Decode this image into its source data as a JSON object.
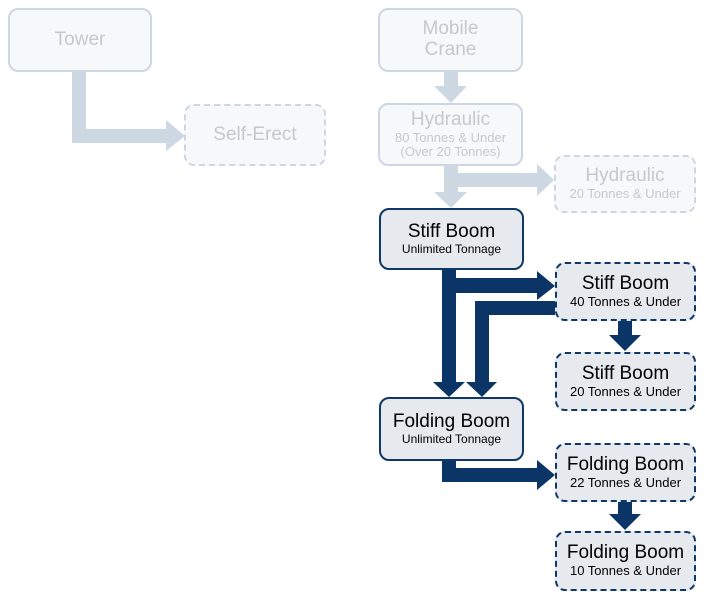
{
  "colors": {
    "active_arrow": "#0b3467",
    "faded_arrow": "#cdd8e3",
    "active_border": "#103866",
    "faded_border": "#ccd7e3"
  },
  "nodes": {
    "tower": {
      "title": "Tower"
    },
    "self_erect": {
      "title": "Self-Erect"
    },
    "mobile_crane": {
      "title": "Mobile",
      "title2": "Crane"
    },
    "hydraulic_80": {
      "title": "Hydraulic",
      "sub": "80 Tonnes & Under",
      "sub2": "(Over 20 Tonnes)"
    },
    "hydraulic_20": {
      "title": "Hydraulic",
      "sub": "20 Tonnes & Under"
    },
    "stiff_unlimited": {
      "title": "Stiff Boom",
      "sub": "Unlimited Tonnage"
    },
    "stiff_40": {
      "title": "Stiff Boom",
      "sub": "40 Tonnes & Under"
    },
    "stiff_20": {
      "title": "Stiff Boom",
      "sub": "20 Tonnes & Under"
    },
    "folding_unlimited": {
      "title": "Folding Boom",
      "sub": "Unlimited Tonnage"
    },
    "folding_22": {
      "title": "Folding Boom",
      "sub": "22 Tonnes & Under"
    },
    "folding_10": {
      "title": "Folding Boom",
      "sub": "10 Tonnes & Under"
    }
  },
  "edges": [
    {
      "from": "tower",
      "to": "self_erect",
      "state": "faded"
    },
    {
      "from": "mobile_crane",
      "to": "hydraulic_80",
      "state": "faded"
    },
    {
      "from": "hydraulic_80",
      "to": "hydraulic_20",
      "state": "faded"
    },
    {
      "from": "hydraulic_80",
      "to": "stiff_unlimited",
      "state": "faded"
    },
    {
      "from": "stiff_unlimited",
      "to": "stiff_40",
      "state": "active"
    },
    {
      "from": "stiff_unlimited",
      "to": "folding_unlimited",
      "state": "active"
    },
    {
      "from": "stiff_40",
      "to": "folding_unlimited",
      "state": "active"
    },
    {
      "from": "stiff_40",
      "to": "stiff_20",
      "state": "active"
    },
    {
      "from": "folding_unlimited",
      "to": "folding_22",
      "state": "active"
    },
    {
      "from": "folding_22",
      "to": "folding_10",
      "state": "active"
    }
  ]
}
